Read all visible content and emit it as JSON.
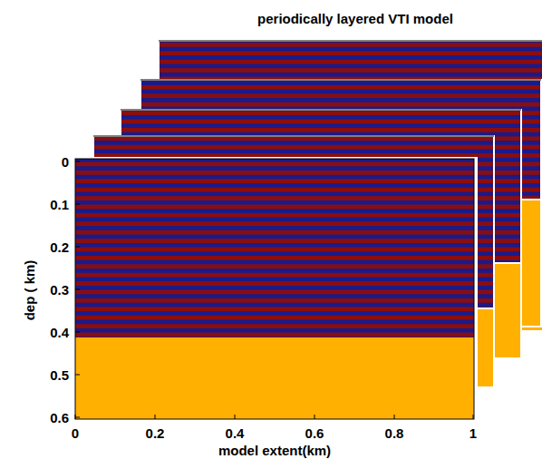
{
  "diagram": {
    "title": "periodically layered VTI model",
    "labels": [
      "dep ( km)",
      "0",
      "0.1",
      "0.2",
      "0.3",
      "0.4",
      "0.5",
      "0.6",
      "0",
      "0.2",
      "0.4",
      "0.6",
      "0.8",
      "1",
      "model extent(km)"
    ]
  }
}
